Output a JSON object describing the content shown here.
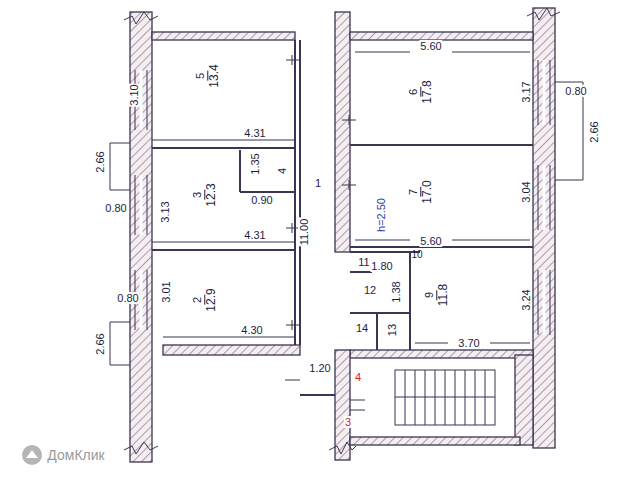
{
  "diagram": {
    "nodes": [
      {
        "text": [
          "5",
          "13.4"
        ]
      },
      {
        "text": [
          "6",
          "17.8"
        ]
      },
      {
        "text": [
          "1"
        ]
      },
      {
        "text": [
          "4"
        ]
      },
      {
        "text": [
          "3",
          "12.3"
        ]
      },
      {
        "text": [
          "7",
          "17.0"
        ]
      },
      {
        "text": [
          "11"
        ]
      },
      {
        "text": [
          "10"
        ]
      },
      {
        "text": [
          "12"
        ]
      },
      {
        "text": [
          "2",
          "12.9"
        ]
      },
      {
        "text": [
          "9",
          "11.8"
        ]
      },
      {
        "text": [
          "14"
        ]
      },
      {
        "text": [
          "13"
        ]
      }
    ],
    "labels": [
      "5.60",
      "3.17",
      "0.80",
      "2.66",
      "3.10",
      "4.31",
      "2.66",
      "1.35",
      "0.90",
      "3.13",
      "0.80",
      "11.00",
      "h=2.50",
      "3.04",
      "4.31",
      "5.60",
      "1.80",
      "1.38",
      "3.24",
      "3.01",
      "0.80",
      "2.66",
      "4.30",
      "3.70",
      "1.20",
      "4",
      "3",
      "ДомКлик"
    ]
  }
}
